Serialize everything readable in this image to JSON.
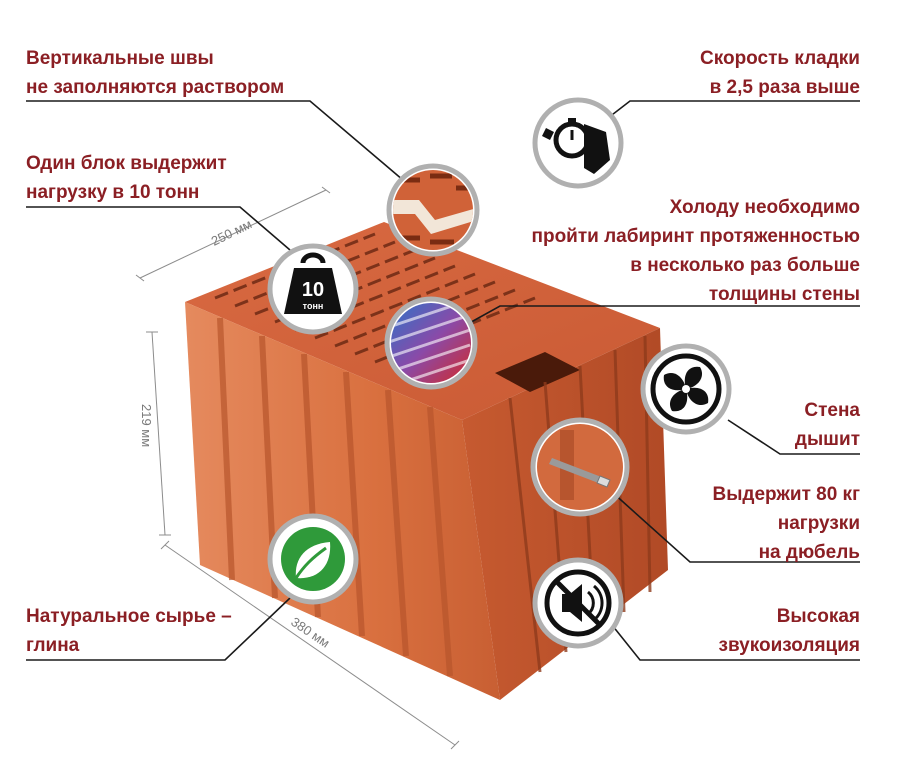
{
  "features": {
    "vertical_joints": {
      "lines": [
        "Вертикальные швы",
        "не заполняются раствором"
      ]
    },
    "load_10t": {
      "lines": [
        "Один блок выдержит",
        "нагрузку в 10 тонн"
      ]
    },
    "laying_speed": {
      "lines": [
        "Скорость кладки",
        "в 2,5 раза выше"
      ]
    },
    "labyrinth": {
      "lines": [
        "Холоду необходимо",
        "пройти лабиринт протяженностью",
        "в несколько раз больше",
        "толщины стены"
      ]
    },
    "breathing": {
      "lines": [
        "Стена",
        "дышит"
      ]
    },
    "dowel_load": {
      "lines": [
        "Выдержит 80 кг",
        "нагрузки",
        "на дюбель"
      ]
    },
    "natural": {
      "lines": [
        "Натуральное сырье –",
        "глина"
      ]
    },
    "sound": {
      "lines": [
        "Высокая",
        "звукоизоляция"
      ]
    }
  },
  "weight_icon": {
    "number": "10",
    "unit": "тонн"
  },
  "dimensions": {
    "width": "250 мм",
    "height": "219 мм",
    "length": "380 мм"
  },
  "colors": {
    "label_text": "#8b1f24",
    "brick": "#d9683f",
    "brick_dark": "#b24f2b",
    "leader_line": "#1a1a1a"
  },
  "icons": [
    "stopwatch-hand-icon",
    "weight-icon",
    "fan-icon",
    "leaf-icon",
    "mute-speaker-icon",
    "dowel-icon",
    "joint-closeup-icon",
    "heat-gradient-icon"
  ]
}
